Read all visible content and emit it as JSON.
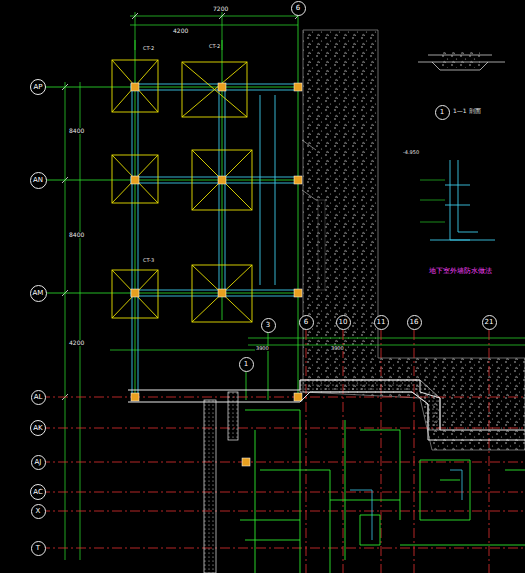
{
  "diagram": {
    "nodes": [
      {
        "text": [
          "6"
        ]
      },
      {
        "text": [
          "AP"
        ]
      },
      {
        "text": [
          "AN"
        ]
      },
      {
        "text": [
          "AM"
        ]
      },
      {
        "text": [
          "AL"
        ]
      },
      {
        "text": [
          "AK"
        ]
      },
      {
        "text": [
          "AJ"
        ]
      },
      {
        "text": [
          "AC"
        ]
      },
      {
        "text": [
          "X"
        ]
      },
      {
        "text": [
          "T"
        ]
      },
      {
        "text": [
          "3"
        ]
      },
      {
        "text": [
          "6"
        ]
      },
      {
        "text": [
          "10"
        ]
      },
      {
        "text": [
          "11"
        ]
      },
      {
        "text": [
          "16"
        ]
      },
      {
        "text": [
          "21"
        ]
      },
      {
        "text": [
          "1"
        ]
      },
      {
        "text": [
          "1"
        ]
      }
    ],
    "labels": [
      "7200",
      "4200",
      "8400",
      "8400",
      "4200",
      "1—1 剖面",
      "地下室外墙防水做法",
      "CT-2",
      "CT-2",
      "CT-3",
      "-4.950",
      "3900",
      "3900"
    ]
  }
}
